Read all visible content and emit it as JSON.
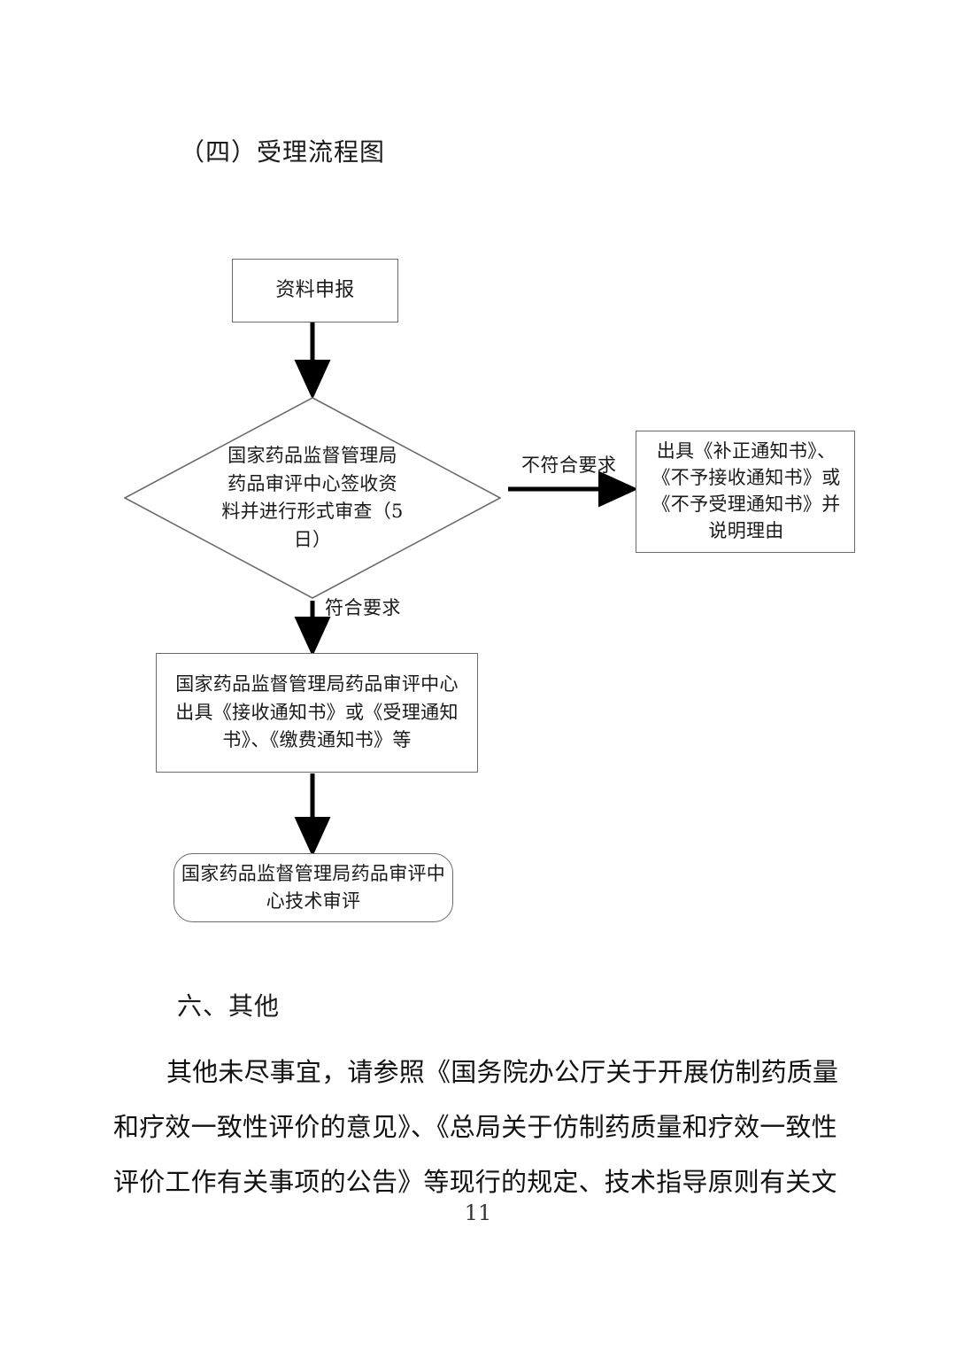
{
  "document": {
    "page_number": "11",
    "section_heading_flow": "（四）受理流程图",
    "section_heading_other": "六、其他",
    "paragraph_lines": [
      "其他未尽事宜，请参照《国务院办公厅关于开展仿制药质量",
      "和疗效一致性评价的意见》、《总局关于仿制药质量和疗效一致性",
      "评价工作有关事项的公告》等现行的规定、技术指导原则有关文"
    ]
  },
  "flowchart": {
    "title": "受理流程图",
    "nodes": [
      {
        "id": "submit",
        "shape": "rectangle",
        "text": "资料申报"
      },
      {
        "id": "decision",
        "shape": "diamond",
        "text": "国家药品监督管理局药品审评中心签收资料并进行形式审查（5日）"
      },
      {
        "id": "reject",
        "shape": "rectangle",
        "text": "出具《补正通知书》、《不予接收通知书》或《不予受理通知书》并说明理由"
      },
      {
        "id": "accept",
        "shape": "rectangle",
        "text": "国家药品监督管理局药品审评中心出具《接收通知书》或《受理通知书》、《缴费通知书》等"
      },
      {
        "id": "review",
        "shape": "rounded-rectangle",
        "text": "国家药品监督管理局药品审评中心技术审评"
      }
    ],
    "edges": [
      {
        "from": "submit",
        "to": "decision",
        "label": ""
      },
      {
        "from": "decision",
        "to": "reject",
        "label": "不符合要求"
      },
      {
        "from": "decision",
        "to": "accept",
        "label": "符合要求"
      },
      {
        "from": "accept",
        "to": "review",
        "label": ""
      }
    ],
    "colors": {
      "node_border": "#6b6b6b",
      "connector": "#000000",
      "text": "#1a1a1a",
      "background": "#ffffff"
    }
  }
}
